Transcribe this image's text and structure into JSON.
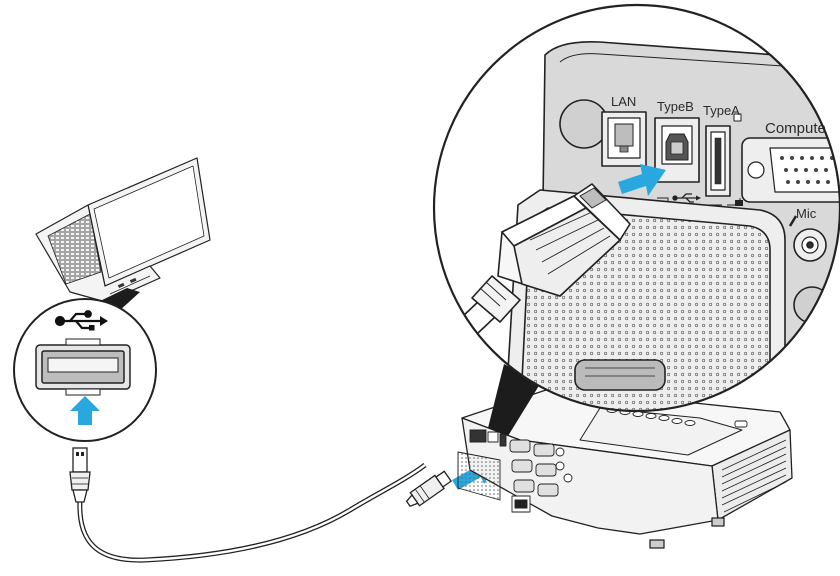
{
  "port_labels": {
    "lan": "LAN",
    "type_b": "TypeB",
    "type_a": "TypeA",
    "computer": "Compute",
    "mic": "Mic"
  },
  "icons": {
    "usb_symbol": "usb-icon",
    "insert_arrow_up": "arrow-up-icon",
    "insert_arrow_diagonal": "arrow-diagonal-icon"
  },
  "colors": {
    "arrow": "#29a8e0",
    "outline": "#222222",
    "panel": "#d9d9d9",
    "panel_dark": "#bdbdbd",
    "body": "#f2f2f2"
  }
}
